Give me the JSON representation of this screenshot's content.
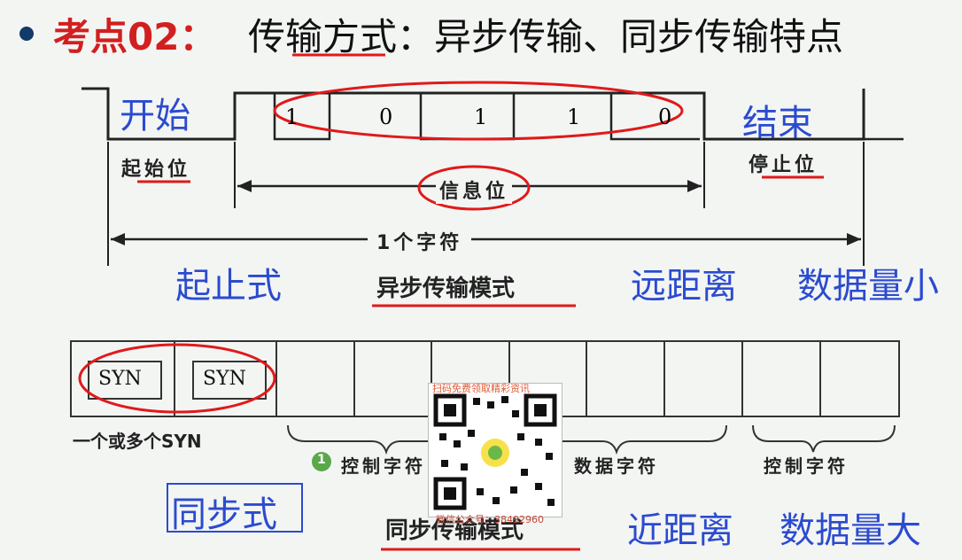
{
  "title": {
    "key": "考点02：",
    "text": "传输方式：异步传输、同步传输特点"
  },
  "async": {
    "start_label": "开始",
    "end_label": "结束",
    "bits": [
      "1",
      "0",
      "1",
      "1",
      "0"
    ],
    "start_bit": "起始位",
    "info_bits": "信息位",
    "stop_bit": "停止位",
    "char": "1个字符",
    "style": "起止式",
    "mode": "异步传输模式",
    "distance": "远距离",
    "data_amount": "数据量小"
  },
  "sync": {
    "syn1": "SYN",
    "syn2": "SYN",
    "syn_note": "一个或多个SYN",
    "control1": "控制字符",
    "data": "数据字符",
    "control2": "控制字符",
    "style": "同步式",
    "mode": "同步传输模式",
    "distance": "近距离",
    "data_amount": "数据量大",
    "circle_num": "1"
  },
  "overlay": {
    "qr_top": "扫码免费领取精彩资讯",
    "qr_bottom": "微信公众号：38492960"
  },
  "colors": {
    "annotation_red": "#e01a1a",
    "label_blue": "#2b4bcf",
    "title_red": "#d21f1f"
  }
}
